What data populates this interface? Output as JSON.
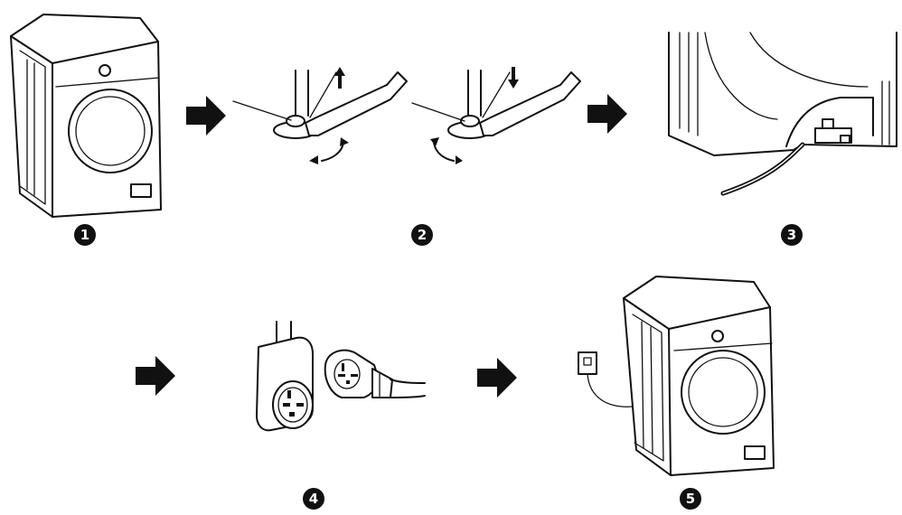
{
  "steps": [
    {
      "number": "1",
      "label": "1"
    },
    {
      "number": "2",
      "label": "2"
    },
    {
      "number": "3",
      "label": "3"
    },
    {
      "number": "4",
      "label": "4"
    },
    {
      "number": "5",
      "label": "5"
    }
  ],
  "colors": {
    "ink": "#111111",
    "background": "#ffffff"
  },
  "icons": [
    "washer-icon",
    "wrench-icon",
    "power-cord-icon",
    "outlet-plug-icon",
    "wall-outlet-icon",
    "right-arrow-icon"
  ]
}
